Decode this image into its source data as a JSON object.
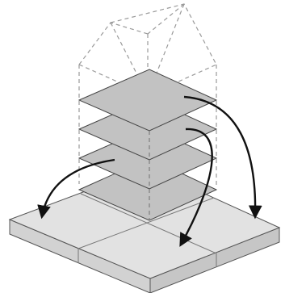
{
  "diagram": {
    "description_visible_text": "",
    "colors": {
      "background": "#ffffff",
      "base_top": "#e2e2e2",
      "base_side_left": "#d2d2d2",
      "base_side_right": "#c6c6c6",
      "base_stroke": "#555555",
      "floor_fill": "#c2c2c2",
      "floor_stroke": "#444444",
      "dashed_outline": "#999999",
      "arrow": "#111111"
    },
    "icons": [
      "house-outline-dashed",
      "stacked-floors",
      "base-tiles",
      "curved-arrows"
    ]
  }
}
